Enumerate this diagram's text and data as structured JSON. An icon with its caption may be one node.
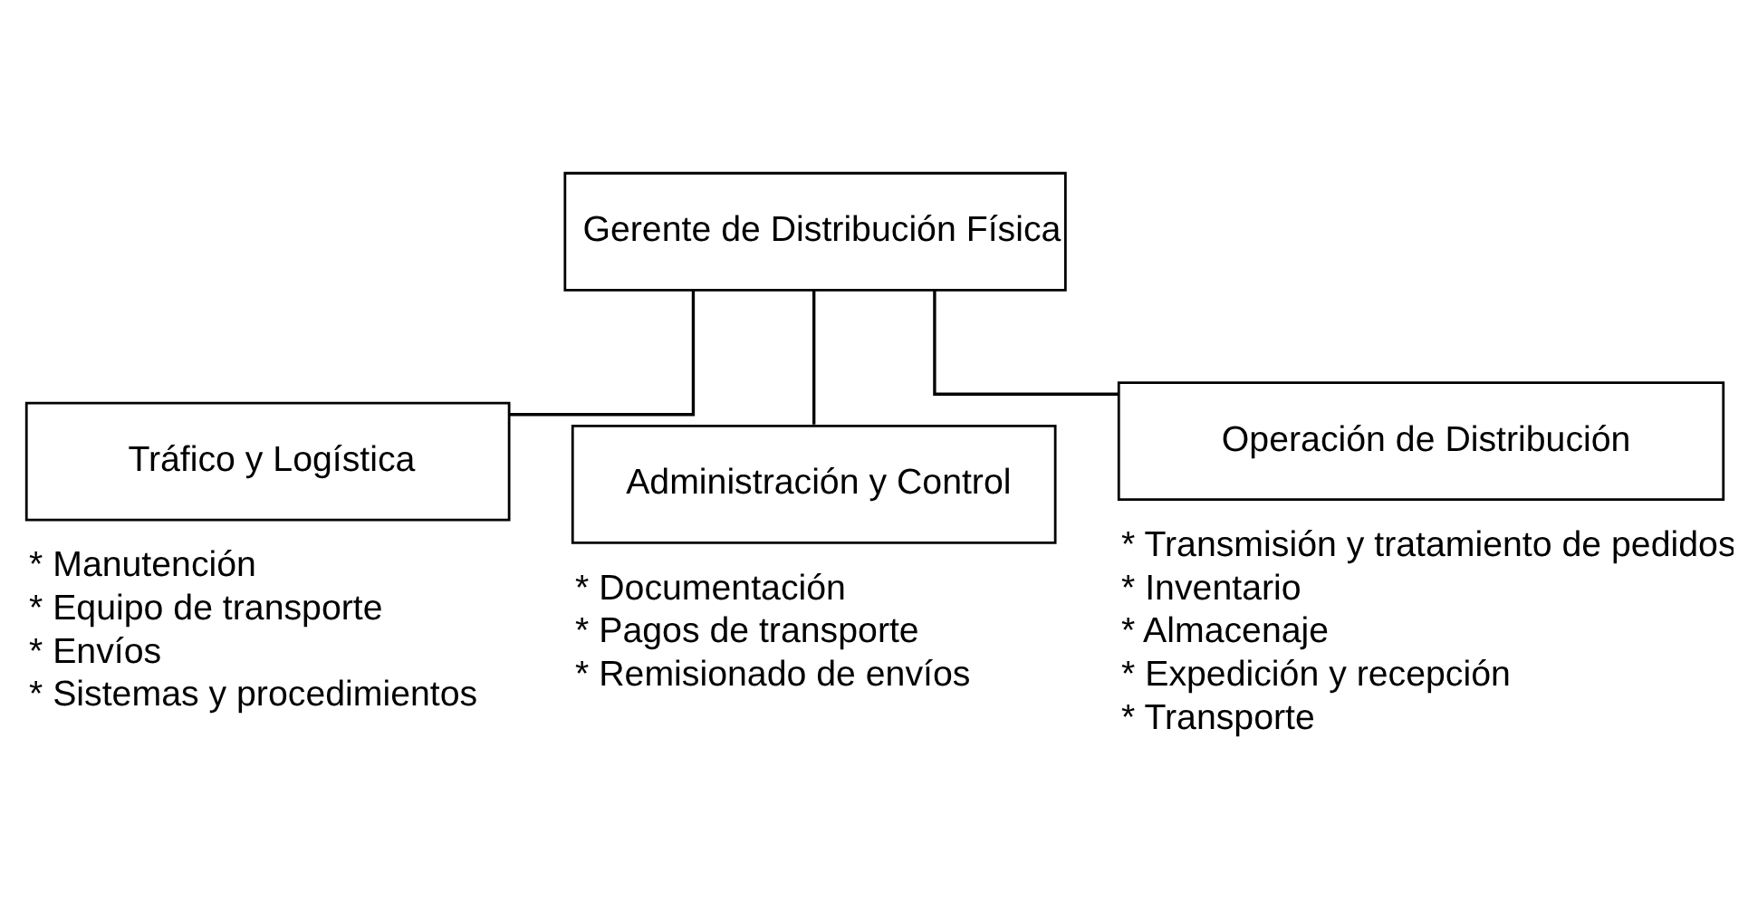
{
  "diagram": {
    "nodes": [
      {
        "text": [
          "Gerente de Distribución Física"
        ]
      },
      {
        "text": [
          "Tráfico y Logística"
        ],
        "beside": [
          "* Manutención",
          "* Equipo de transporte",
          "* Envíos",
          "* Sistemas y procedimientos"
        ]
      },
      {
        "text": [
          "Administración y Control"
        ],
        "beside": [
          "* Documentación",
          "* Pagos de transporte",
          "* Remisionado de envíos"
        ]
      },
      {
        "text": [
          "Operación de Distribución"
        ],
        "beside": [
          "* Transmisión y tratamiento de pedidos",
          "* Inventario",
          "* Almacenaje",
          "* Expedición y recepción",
          "* Transporte"
        ]
      }
    ],
    "edges": [
      {
        "from": 0,
        "to": 1,
        "arrow": "none"
      },
      {
        "from": 0,
        "to": 2,
        "arrow": "none"
      },
      {
        "from": 0,
        "to": 3,
        "arrow": "none"
      }
    ]
  }
}
